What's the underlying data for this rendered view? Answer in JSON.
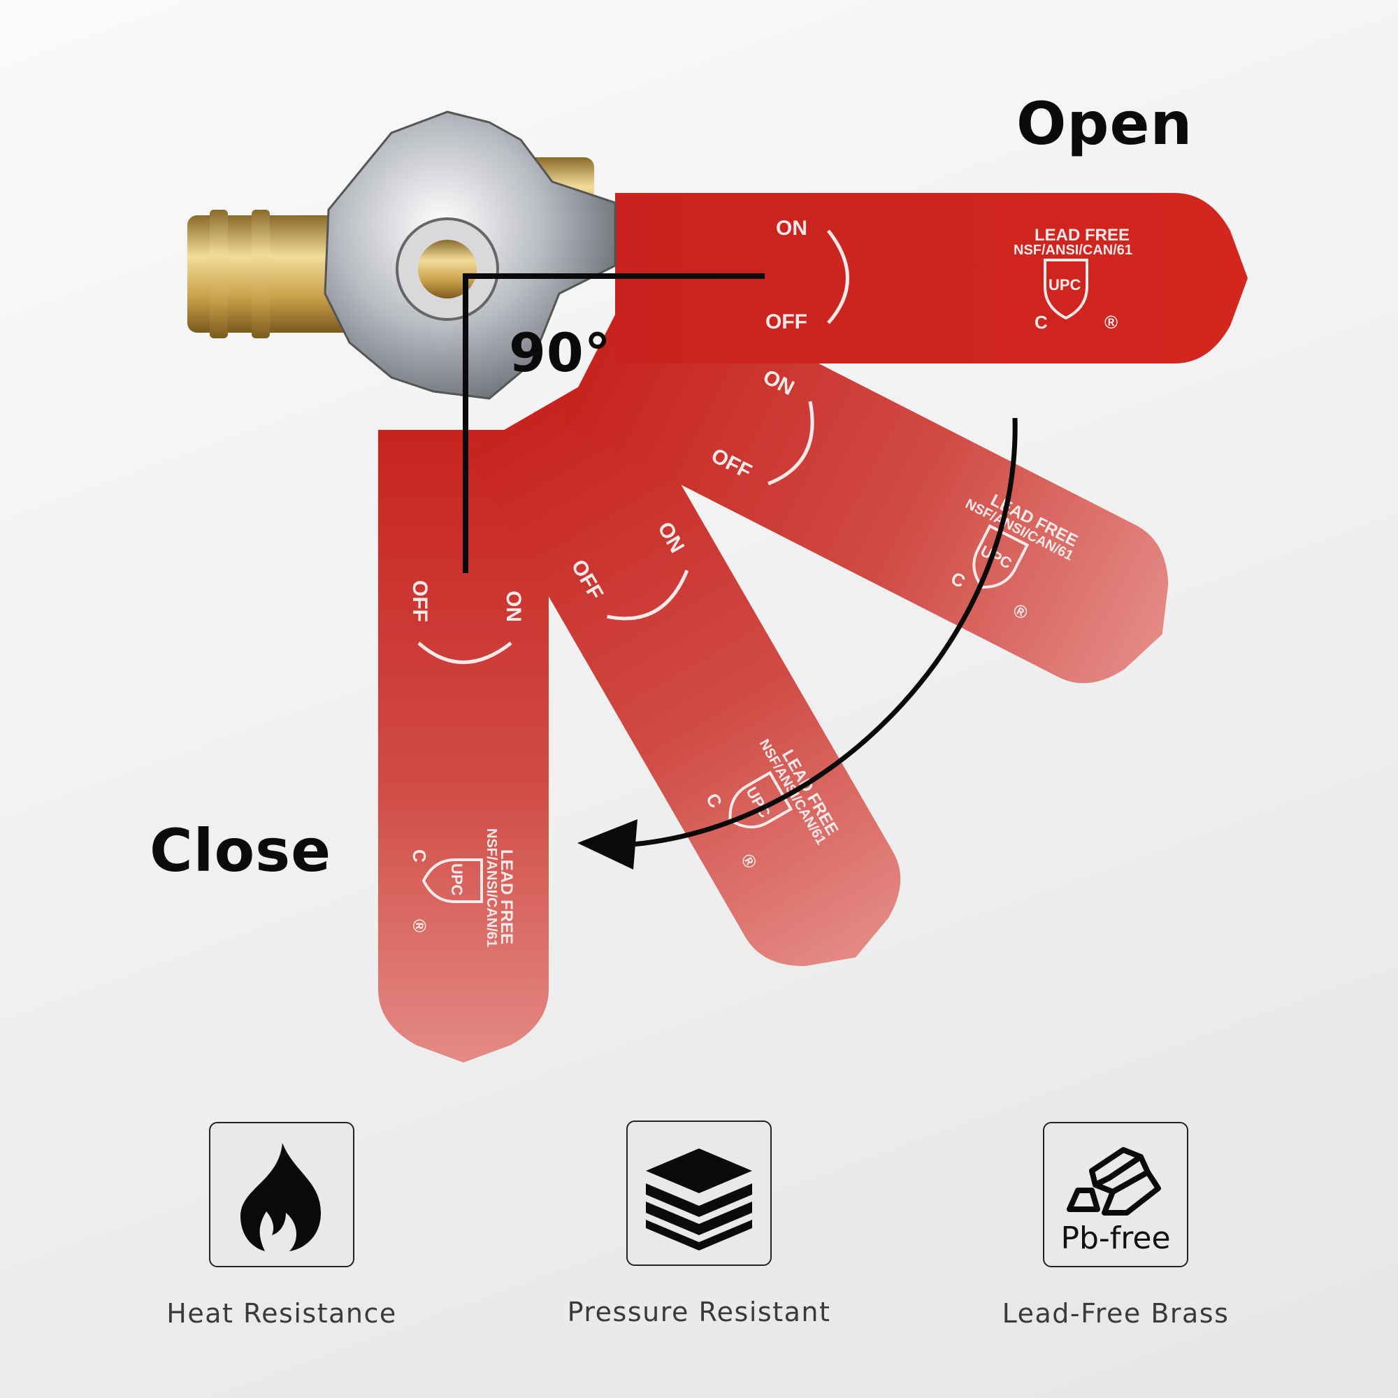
{
  "labels": {
    "open": "Open",
    "close": "Close",
    "angle": "90°"
  },
  "handle_markings": {
    "on": "ON",
    "off": "OFF",
    "lead_free": "LEAD FREE",
    "standard": "NSF/ANSI/CAN/61",
    "cert": "UPC",
    "c": "C",
    "registered": "®"
  },
  "features": [
    {
      "icon": "flame-icon",
      "label": "Heat Resistance"
    },
    {
      "icon": "layers-icon",
      "label": "Pressure Resistant"
    },
    {
      "icon": "gold-bars-icon",
      "label": "Lead-Free Brass",
      "badge": "Pb-free"
    }
  ],
  "colors": {
    "handle": "#c8231e",
    "handle_fade": "#e58a85",
    "brass": "#c9a04a",
    "text": "#0a0a0a"
  }
}
